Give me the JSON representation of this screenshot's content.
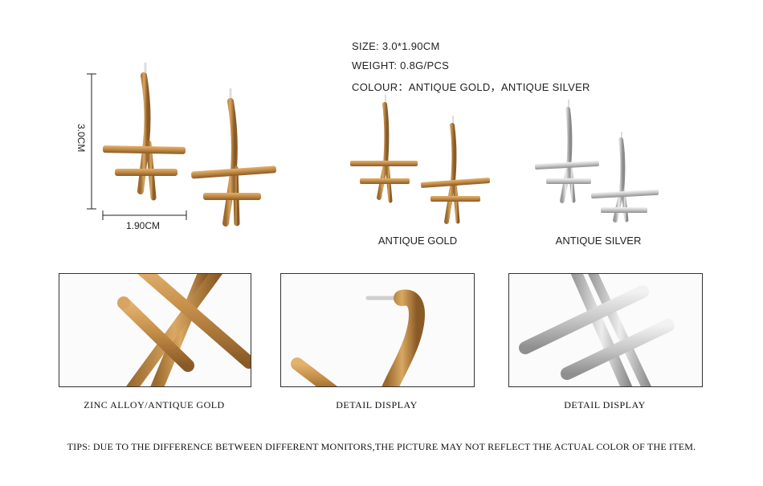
{
  "specs": {
    "size": "SIZE: 3.0*1.90CM",
    "weight": "WEIGHT: 0.8G/PCS",
    "colour": "COLOUR：ANTIQUE GOLD，ANTIQUE SILVER"
  },
  "dimensions": {
    "height_label": "3.0CM",
    "width_label": "1.90CM"
  },
  "variants": [
    {
      "label": "ANTIQUE GOLD",
      "color": "#b8864b"
    },
    {
      "label": "ANTIQUE SILVER",
      "color": "#c9c9c9"
    }
  ],
  "details": [
    {
      "caption": "ZINC ALLOY/ANTIQUE GOLD"
    },
    {
      "caption": "DETAIL DISPLAY"
    },
    {
      "caption": "DETAIL DISPLAY"
    }
  ],
  "tips": "TIPS: DUE TO THE DIFFERENCE BETWEEN DIFFERENT MONITORS,THE PICTURE MAY NOT REFLECT THE ACTUAL COLOR OF THE ITEM."
}
